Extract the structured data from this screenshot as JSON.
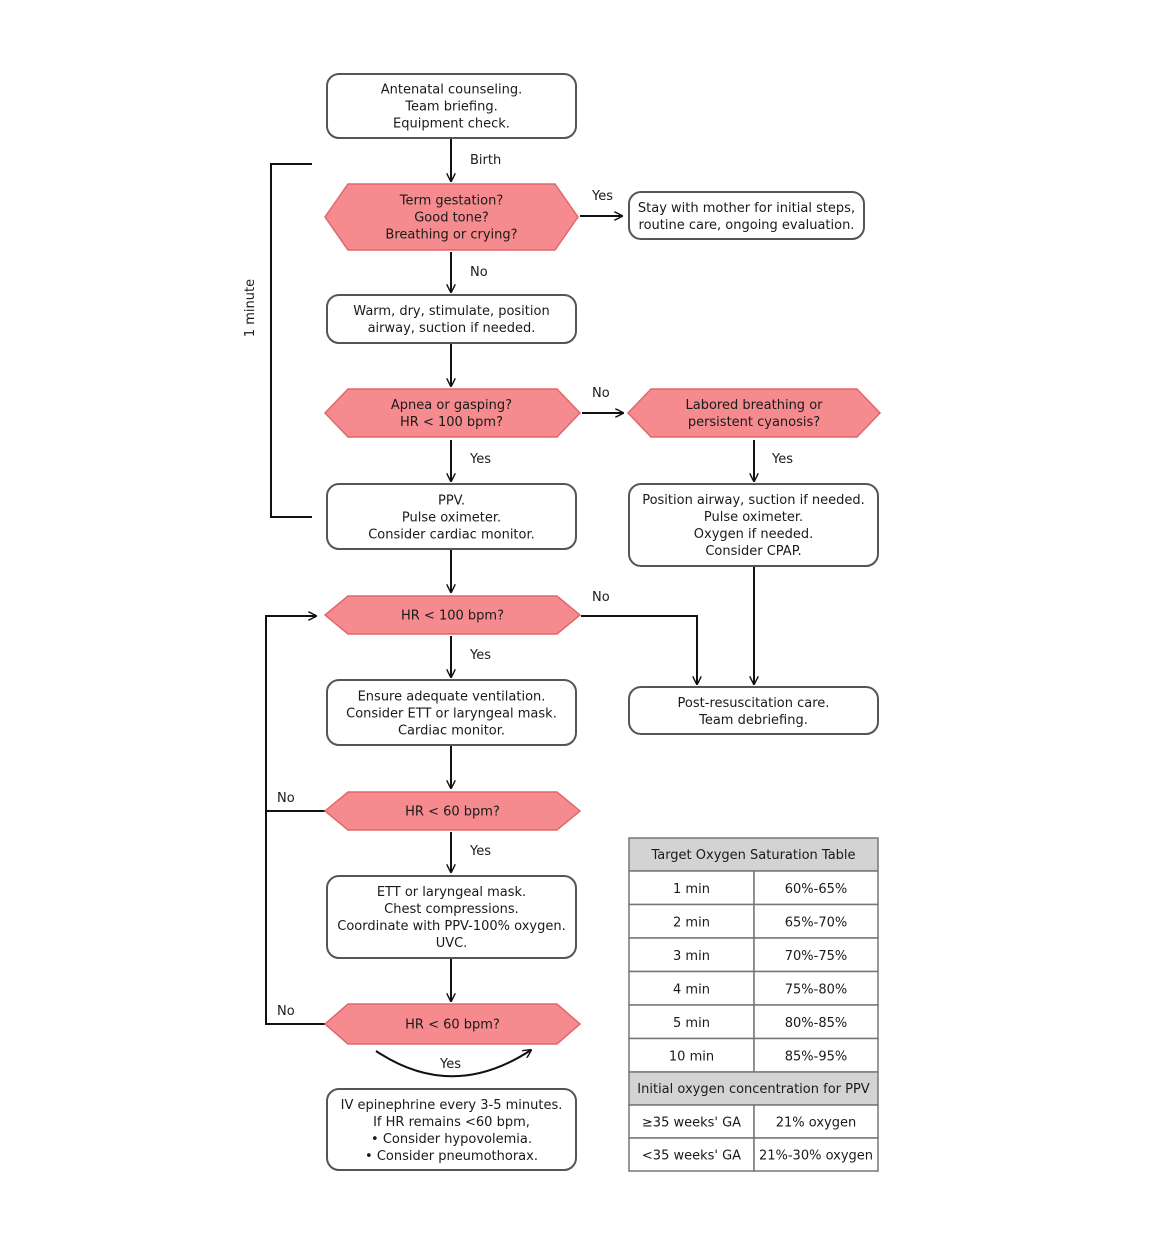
{
  "nodes": {
    "antenatal": [
      "Antenatal counseling.",
      "Team briefing.",
      "Equipment check."
    ],
    "term": [
      "Term gestation?",
      "Good tone?",
      "Breathing or crying?"
    ],
    "stay": [
      "Stay with mother for initial steps,",
      "routine care, ongoing evaluation."
    ],
    "warm": [
      "Warm, dry, stimulate, position",
      "airway, suction if needed."
    ],
    "apnea": [
      "Apnea or gasping?",
      "HR < 100 bpm?"
    ],
    "labored": [
      "Labored breathing or",
      "persistent cyanosis?"
    ],
    "ppv": [
      "PPV.",
      "Pulse oximeter.",
      "Consider cardiac monitor."
    ],
    "position": [
      "Position airway, suction if needed.",
      "Pulse oximeter.",
      "Oxygen if needed.",
      "Consider CPAP."
    ],
    "hr100": [
      "HR < 100 bpm?"
    ],
    "postresus": [
      "Post-resuscitation care.",
      "Team debriefing."
    ],
    "ensure": [
      "Ensure adequate ventilation.",
      "Consider ETT or laryngeal mask.",
      "Cardiac monitor."
    ],
    "hr60a": [
      "HR < 60 bpm?"
    ],
    "ett": [
      "ETT or laryngeal mask.",
      "Chest compressions.",
      "Coordinate with PPV-100% oxygen.",
      "UVC."
    ],
    "hr60b": [
      "HR < 60 bpm?"
    ],
    "iv": [
      "IV epinephrine every 3-5 minutes.",
      "If HR remains <60 bpm,",
      "• Consider hypovolemia.",
      "• Consider pneumothorax."
    ]
  },
  "labels": {
    "birth": "Birth",
    "term_yes": "Yes",
    "term_no": "No",
    "apnea_no": "No",
    "apnea_yes": "Yes",
    "labored_yes": "Yes",
    "hr100_no": "No",
    "hr100_yes": "Yes",
    "hr60a_no": "No",
    "hr60a_yes": "Yes",
    "hr60b_no": "No",
    "hr60b_yes": "Yes",
    "one_minute": "1 minute"
  },
  "table": {
    "title": "Target Oxygen Saturation Table",
    "rows": [
      [
        "1 min",
        "60%-65%"
      ],
      [
        "2 min",
        "65%-70%"
      ],
      [
        "3 min",
        "70%-75%"
      ],
      [
        "4 min",
        "75%-80%"
      ],
      [
        "5 min",
        "80%-85%"
      ],
      [
        "10 min",
        "85%-95%"
      ]
    ],
    "subtitle": "Initial oxygen concentration for PPV",
    "rows2": [
      [
        "≥35 weeks' GA",
        "21% oxygen"
      ],
      [
        "<35 weeks' GA",
        "21%-30% oxygen"
      ]
    ]
  },
  "colors": {
    "decision_fill": "#f58b8e",
    "table_header": "#d3d3d3"
  }
}
